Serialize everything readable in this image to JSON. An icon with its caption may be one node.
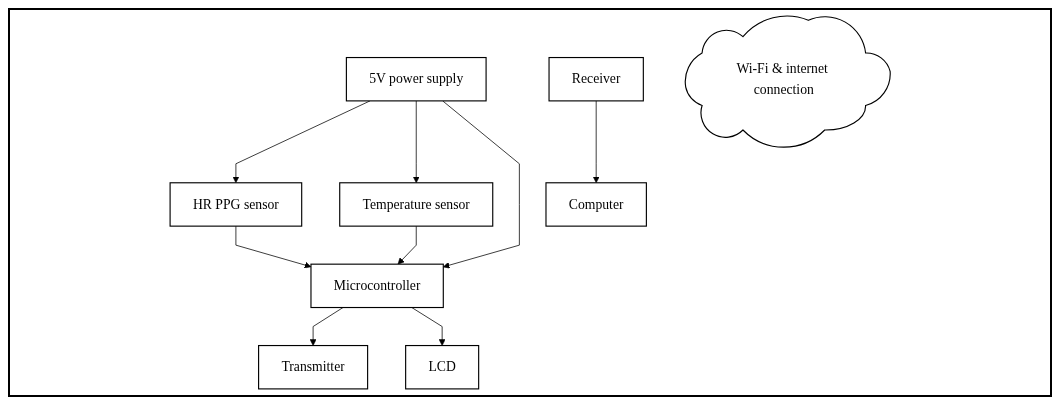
{
  "diagram": {
    "nodes": [
      {
        "text": [
          "5V power supply"
        ]
      },
      {
        "text": [
          "HR PPG sensor"
        ]
      },
      {
        "text": [
          "Wi-Fi & internet connection"
        ]
      },
      {
        "text": [
          "Temperature sensor"
        ]
      },
      {
        "text": [
          "Microcontroller"
        ]
      },
      {
        "text": [
          "Transmitter"
        ]
      },
      {
        "text": [
          "Receiver"
        ]
      },
      {
        "text": [
          "Computer"
        ]
      },
      {
        "text": [
          "LCD"
        ]
      }
    ],
    "edges": [
      {
        "from": 0,
        "to": 1,
        "arrow": "to"
      },
      {
        "from": 0,
        "to": 3,
        "arrow": "to"
      },
      {
        "from": 0,
        "to": 4,
        "arrow": "to"
      },
      {
        "from": 1,
        "to": 4,
        "arrow": "to"
      },
      {
        "from": 3,
        "to": 4,
        "arrow": "to"
      },
      {
        "from": 4,
        "to": 5,
        "arrow": "to"
      },
      {
        "from": 4,
        "to": 8,
        "arrow": "to"
      },
      {
        "from": 6,
        "to": 7,
        "arrow": "to"
      }
    ]
  }
}
